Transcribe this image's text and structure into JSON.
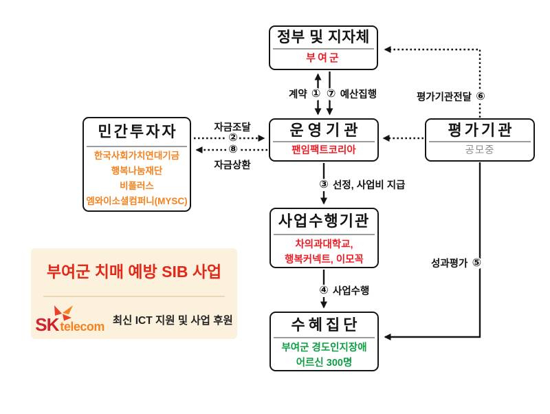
{
  "colors": {
    "line": "#141414",
    "accent_red": "#ed1c24",
    "accent_green": "#0f9d44",
    "accent_orange": "#f5821e",
    "muted_gray": "#8c8c8c",
    "card_background": "#fbf1dd",
    "card_title_red": "#e3281a",
    "sk_red": "#d0232e",
    "sk_orange": "#f58220"
  },
  "boxes": {
    "government": {
      "title": "정부 및 지자체",
      "value": "부여군"
    },
    "operator": {
      "title": "운영기관",
      "value": "팬임팩트코리아"
    },
    "evaluator": {
      "title": "평가기관",
      "value": "공모중"
    },
    "investors": {
      "title": "민간투자자",
      "items": [
        "한국사회가치연대기금",
        "행복나눔재단",
        "비플러스",
        "엠와이소셜컴퍼니(MYSC)"
      ]
    },
    "performer": {
      "title": "사업수행기관",
      "lines": [
        "차의과대학교,",
        "행복커넥트, 이모꼭"
      ]
    },
    "beneficiary": {
      "title": "수혜집단",
      "lines": [
        "부여군 경도인지장애",
        "어르신 300명"
      ]
    }
  },
  "edges": {
    "contract": {
      "label_left": "계약",
      "num_contract": "①",
      "num_budget": "⑦",
      "label_right": "예산집행"
    },
    "eval_delivery": {
      "label": "평가기관전달",
      "num": "⑥"
    },
    "funding": {
      "label": "자금조달",
      "num": "②"
    },
    "repayment": {
      "label": "자금상환",
      "num": "⑧"
    },
    "selection": {
      "num": "③",
      "label": "선정, 사업비 지급"
    },
    "execution": {
      "num": "④",
      "label": "사업수행"
    },
    "performance_eval": {
      "label": "성과평가",
      "num": "⑤"
    }
  },
  "title_card": {
    "title": "부여군 치매 예방 SIB 사업",
    "logo_sk": "SK",
    "logo_telecom": "telecom",
    "sponsor_text": "최신 ICT 지원 및 사업 후원"
  }
}
